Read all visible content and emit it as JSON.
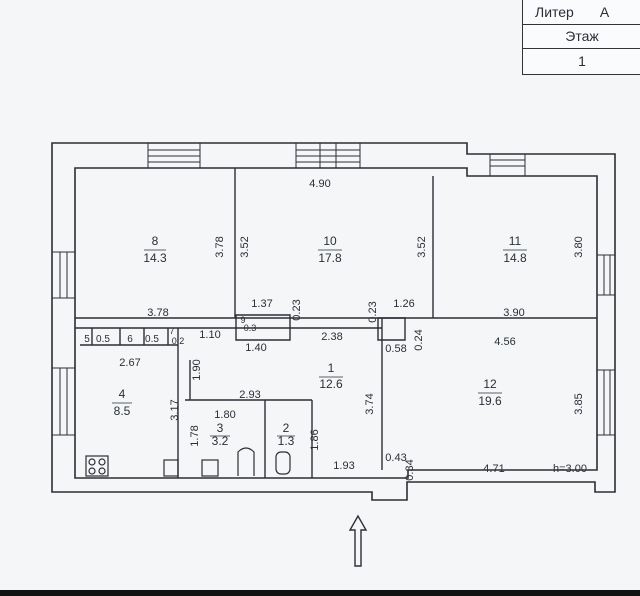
{
  "stamp": {
    "liter_label": "Литер",
    "liter_value": "А",
    "floor_label": "Этаж",
    "floor_value": "1"
  },
  "rooms": [
    {
      "id": "8",
      "area": "14.3"
    },
    {
      "id": "10",
      "area": "17.8"
    },
    {
      "id": "11",
      "area": "14.8"
    },
    {
      "id": "1",
      "area": "12.6"
    },
    {
      "id": "12",
      "area": "19.6"
    },
    {
      "id": "4",
      "area": "8.5"
    },
    {
      "id": "3",
      "area": "3.2"
    },
    {
      "id": "2",
      "area": "1.3"
    },
    {
      "id": "5",
      "area": "0.5"
    },
    {
      "id": "6",
      "area": "0.5"
    },
    {
      "id": "7",
      "area": "0.2"
    },
    {
      "id": "9",
      "area": "0.3"
    }
  ],
  "dimensions": {
    "d490": "4.90",
    "d378a": "3.78",
    "d352a": "3.52",
    "d352b": "3.52",
    "d380": "3.80",
    "d378b": "3.78",
    "d137": "1.37",
    "d023a": "0.23",
    "d023b": "0.23",
    "d126": "1.26",
    "d390": "3.90",
    "d110": "1.10",
    "d140": "1.40",
    "d238": "2.38",
    "d024": "0.24",
    "d058": "0.58",
    "d456": "4.56",
    "d267": "2.67",
    "d190": "1.90",
    "d293": "2.93",
    "d374": "3.74",
    "d385": "3.85",
    "d317": "3.17",
    "d180": "1.80",
    "d178": "1.78",
    "d186": "1.86",
    "d193": "1.93",
    "d043": "0.43",
    "d034": "0.34",
    "d471": "4.71"
  },
  "ceiling_height": "h=3.00"
}
